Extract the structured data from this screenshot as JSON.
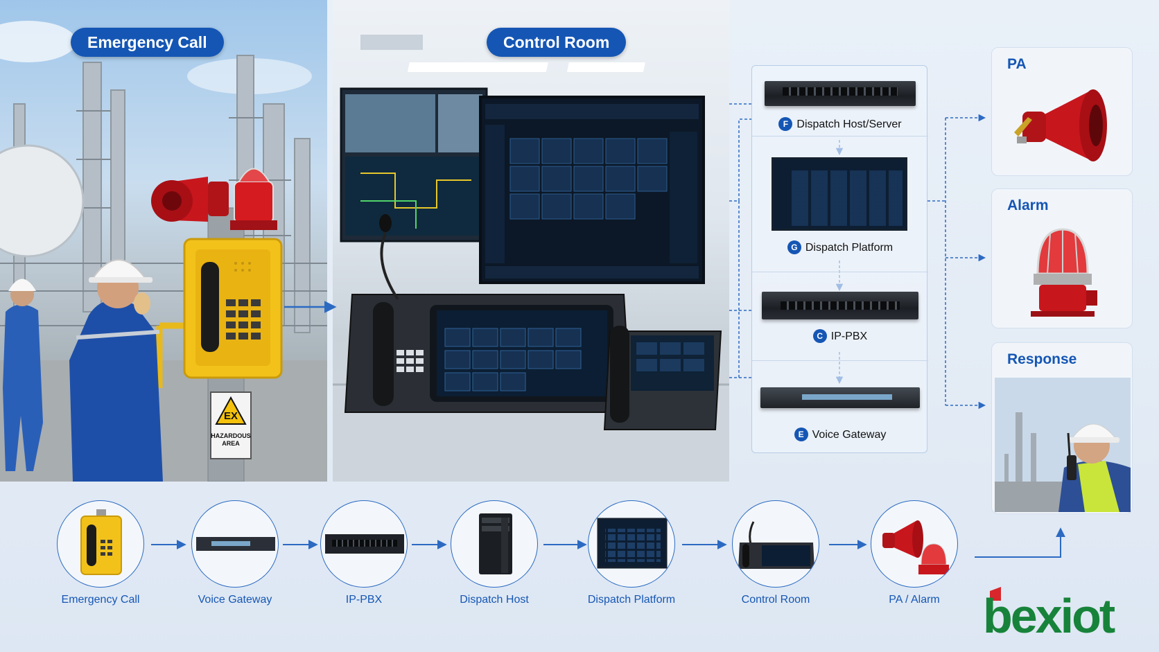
{
  "panels": {
    "emergency_title": "Emergency Call",
    "control_title": "Control Room",
    "sign_top": "EX",
    "sign_bottom_1": "HAZARDOUS",
    "sign_bottom_2": "AREA"
  },
  "devices": [
    {
      "badge": "F",
      "label": "Dispatch Host/Server"
    },
    {
      "badge": "G",
      "label": "Dispatch Platform"
    },
    {
      "badge": "C",
      "label": "IP-PBX"
    },
    {
      "badge": "E",
      "label": "Voice Gateway"
    }
  ],
  "outputs": [
    {
      "title": "PA"
    },
    {
      "title": "Alarm"
    },
    {
      "title": "Response"
    }
  ],
  "flow": [
    {
      "label": "Emergency Call"
    },
    {
      "label": "Voice Gateway"
    },
    {
      "label": "IP-PBX"
    },
    {
      "label": "Dispatch Host"
    },
    {
      "label": "Dispatch Platform"
    },
    {
      "label": "Control Room"
    },
    {
      "label": "PA / Alarm"
    }
  ],
  "brand": {
    "name": "bexiot"
  },
  "colors": {
    "primary_blue": "#1556b4",
    "arrow_blue": "#2c6ac2",
    "siren_red": "#c8161d",
    "phone_yellow": "#f2c21b",
    "brand_green": "#17833a",
    "brand_red": "#d8262c"
  }
}
